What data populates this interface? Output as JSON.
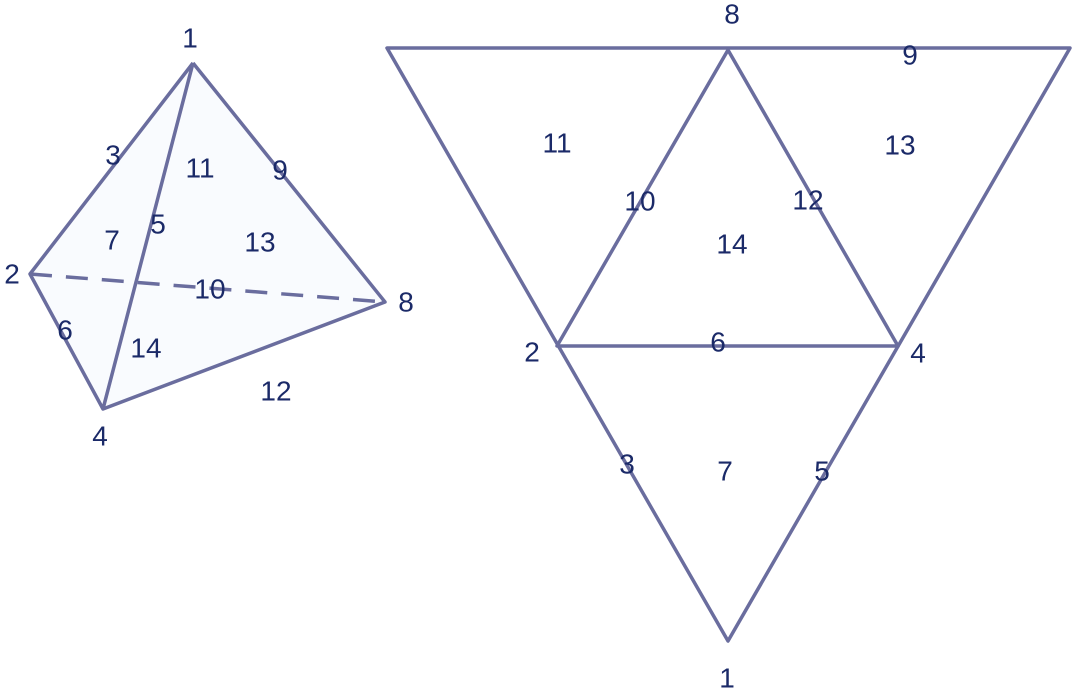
{
  "colors": {
    "stroke": "#6a6d9e",
    "label": "#1b2a68",
    "face_fill": "#f9fbfe"
  },
  "tetrahedron": {
    "vertices": {
      "v1": "1",
      "v2": "2",
      "v4": "4",
      "v8": "8"
    },
    "labels": {
      "l3": "3",
      "l11": "11",
      "l9": "9",
      "l7": "7",
      "l5": "5",
      "l13": "13",
      "l10": "10",
      "l6": "6",
      "l14": "14",
      "l12": "12"
    }
  },
  "net": {
    "vertices": {
      "v8": "8",
      "v2": "2",
      "v4": "4",
      "v1": "1"
    },
    "labels": {
      "l9": "9",
      "l11": "11",
      "l13": "13",
      "l10": "10",
      "l12": "12",
      "l14": "14",
      "l6": "6",
      "l3": "3",
      "l7": "7",
      "l5": "5"
    }
  }
}
